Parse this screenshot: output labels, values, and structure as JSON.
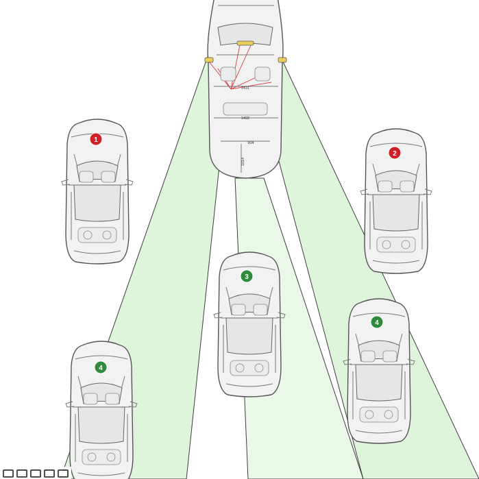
{
  "diagram": {
    "sensor_vehicle": {
      "dimensions": [
        "1431",
        "1402",
        "904",
        "1014"
      ],
      "colors": {
        "sensor_mount": "#e9cf5a",
        "sensor_rays": "#d83a3a"
      }
    },
    "vehicles": [
      {
        "label": "1",
        "color": "#d01f26"
      },
      {
        "label": "2",
        "color": "#d01f26"
      },
      {
        "label": "3",
        "color": "#2f8a3c"
      },
      {
        "label": "4",
        "color": "#2f8a3c"
      },
      {
        "label": "4",
        "color": "#2f8a3c"
      }
    ],
    "cone_color": "#c4ecbe",
    "watermark": "watermark-logo"
  }
}
